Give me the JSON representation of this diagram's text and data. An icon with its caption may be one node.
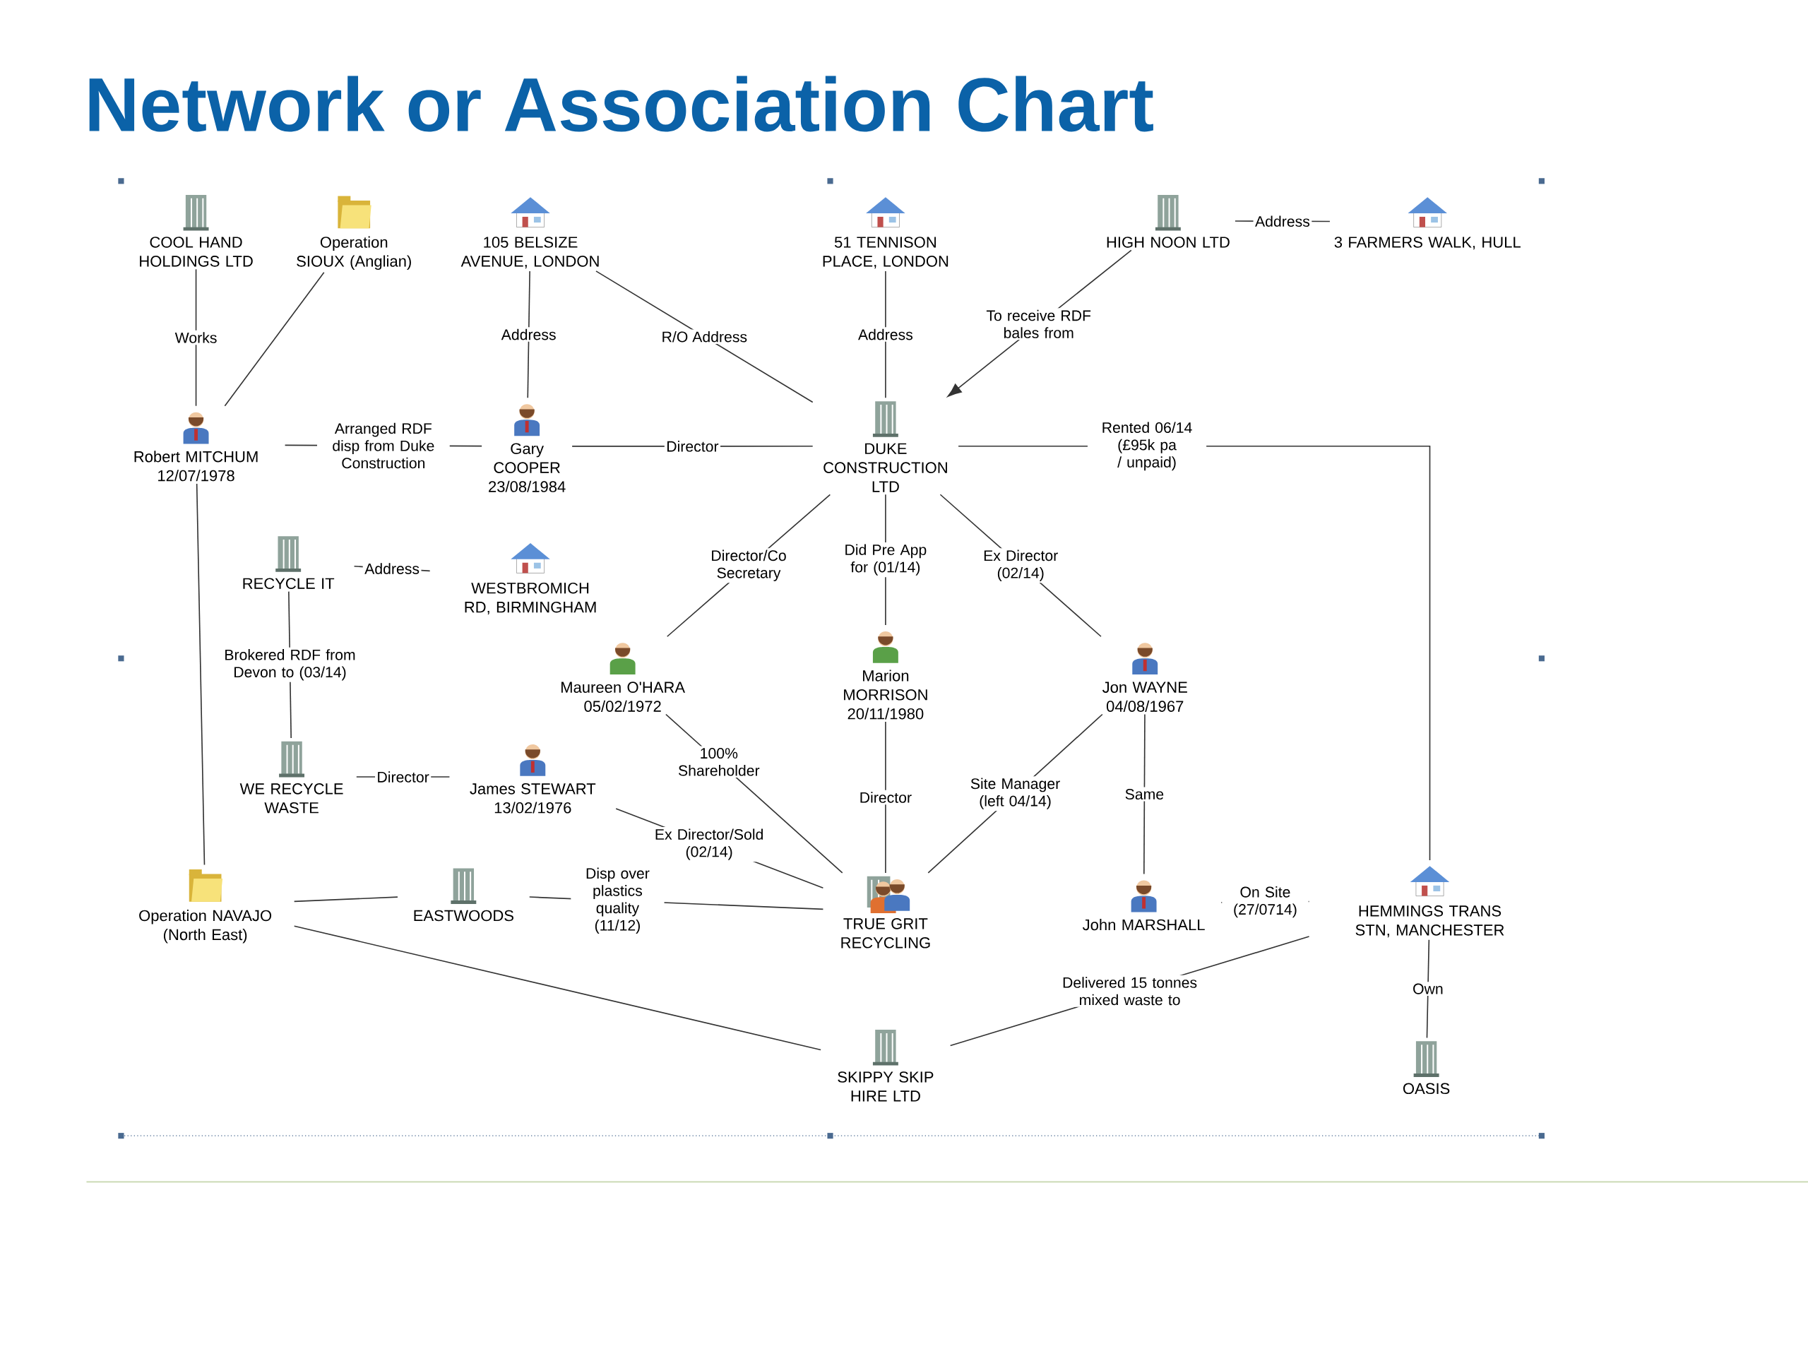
{
  "diagram": {
    "title": "Network or Association Chart",
    "nodes": [
      {
        "text": [
          "COOL HAND HOLDINGS LTD"
        ]
      },
      {
        "text": [
          "Operation SIOUX (Anglian)"
        ]
      },
      {
        "text": [
          "105 BELSIZE AVENUE, LONDON"
        ]
      },
      {
        "text": [
          "51 TENNISON PLACE, LONDON"
        ]
      },
      {
        "text": [
          "HIGH NOON LTD"
        ]
      },
      {
        "text": [
          "3 FARMERS WALK, HULL"
        ]
      },
      {
        "text": [
          "Robert MITCHUM",
          "12/07/1978"
        ]
      },
      {
        "text": [
          "Gary COOPER",
          "23/08/1984"
        ]
      },
      {
        "text": [
          "DUKE CONSTRUCTION LTD"
        ]
      },
      {
        "text": [
          "RECYCLE IT"
        ]
      },
      {
        "text": [
          "WESTBROMICH RD, BIRMINGHAM"
        ]
      },
      {
        "text": [
          "Maureen O'HARA",
          "05/02/1972"
        ]
      },
      {
        "text": [
          "Marion MORRISON",
          "20/11/1980"
        ]
      },
      {
        "text": [
          "Jon WAYNE",
          "04/08/1967"
        ]
      },
      {
        "text": [
          "WE RECYCLE WASTE"
        ]
      },
      {
        "text": [
          "James STEWART",
          "13/02/1976"
        ]
      },
      {
        "text": [
          "Operation NAVAJO (North East)"
        ]
      },
      {
        "text": [
          "EASTWOODS"
        ]
      },
      {
        "text": [
          "TRUE GRIT RECYCLING"
        ]
      },
      {
        "text": [
          "John MARSHALL"
        ]
      },
      {
        "text": [
          "HEMMINGS TRANS STN, MANCHESTER"
        ]
      },
      {
        "text": [
          "SKIPPY SKIP HIRE LTD"
        ]
      },
      {
        "text": [
          "OASIS"
        ]
      }
    ],
    "edges": [
      {
        "from": 0,
        "to": 6,
        "arrow": "none",
        "label": "Works"
      },
      {
        "from": 1,
        "to": 6,
        "arrow": "none"
      },
      {
        "from": 6,
        "to": 7,
        "arrow": "none",
        "label": "Arranged RDF disp from Duke Construction"
      },
      {
        "from": 2,
        "to": 7,
        "arrow": "none",
        "label": "Address"
      },
      {
        "from": 2,
        "to": 8,
        "arrow": "none",
        "label": "R/O Address"
      },
      {
        "from": 7,
        "to": 8,
        "arrow": "none",
        "label": "Director"
      },
      {
        "from": 3,
        "to": 8,
        "arrow": "none",
        "label": "Address"
      },
      {
        "from": 4,
        "to": 5,
        "arrow": "none",
        "label": "Address"
      },
      {
        "from": 4,
        "to": 8,
        "arrow": "to",
        "label": "To receive RDF bales from"
      },
      {
        "from": 8,
        "to": 20,
        "arrow": "none",
        "label": "Rented 06/14 (£95k pa / unpaid)"
      },
      {
        "from": 8,
        "to": 11,
        "arrow": "none",
        "label": "Director/Co Secretary"
      },
      {
        "from": 8,
        "to": 12,
        "arrow": "none",
        "label": "Did Pre App for (01/14)"
      },
      {
        "from": 8,
        "to": 13,
        "arrow": "none",
        "label": "Ex Director (02/14)"
      },
      {
        "from": 9,
        "to": 10,
        "arrow": "none",
        "label": "Address"
      },
      {
        "from": 9,
        "to": 14,
        "arrow": "none",
        "label": "Brokered RDF from Devon to (03/14)"
      },
      {
        "from": 14,
        "to": 15,
        "arrow": "none",
        "label": "Director"
      },
      {
        "from": 6,
        "to": 16,
        "arrow": "none"
      },
      {
        "from": 11,
        "to": 18,
        "arrow": "none",
        "label": "100% Shareholder"
      },
      {
        "from": 15,
        "to": 18,
        "arrow": "none",
        "label": "Ex Director/Sold (02/14)"
      },
      {
        "from": 12,
        "to": 18,
        "arrow": "none",
        "label": "Director"
      },
      {
        "from": 13,
        "to": 18,
        "arrow": "none",
        "label": "Site Manager (left 04/14)"
      },
      {
        "from": 13,
        "to": 19,
        "arrow": "none",
        "label": "Same"
      },
      {
        "from": 19,
        "to": 20,
        "arrow": "none",
        "label": "On Site (27/0714)"
      },
      {
        "from": 16,
        "to": 17,
        "arrow": "none"
      },
      {
        "from": 17,
        "to": 18,
        "arrow": "none",
        "label": "Disp over plastics quality (11/12)"
      },
      {
        "from": 16,
        "to": 21,
        "arrow": "none"
      },
      {
        "from": 20,
        "to": 21,
        "arrow": "none",
        "label": "Delivered 15 tonnes mixed waste to"
      },
      {
        "from": 20,
        "to": 22,
        "arrow": "none",
        "label": "Own"
      }
    ]
  }
}
